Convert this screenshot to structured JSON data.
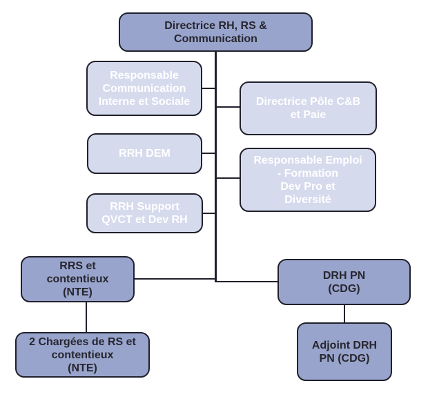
{
  "diagram_type": "org-chart",
  "colors": {
    "dark_fill": "#99a4cc",
    "light_fill": "#d6daed",
    "border_color": "#20202c",
    "line_color": "#20202c",
    "dark_text": "#26262e",
    "light_text": "#ffffff",
    "bg": "#ffffff"
  },
  "nodes": {
    "directrice": {
      "label": "Directrice RH, RS &\nCommunication",
      "level": 1,
      "style": "dark"
    },
    "resp_comm": {
      "label": "Responsable\nCommunication\nInterne et Sociale",
      "level": 2,
      "style": "light"
    },
    "dir_pole": {
      "label": "Directrice Pôle C&B\net Paie",
      "level": 2,
      "style": "light"
    },
    "rrh_dem": {
      "label": "RRH DEM",
      "level": 2,
      "style": "light"
    },
    "resp_emploi": {
      "label": "Responsable Emploi\n- Formation\nDev Pro et\nDiversité",
      "level": 2,
      "style": "light"
    },
    "rrh_support": {
      "label": "RRH Support\nQVCT et Dev RH",
      "level": 2,
      "style": "light"
    },
    "rrs": {
      "label": "RRS et\ncontentieux\n(NTE)",
      "level": 2,
      "style": "dark"
    },
    "drh_pn": {
      "label": "DRH PN\n(CDG)",
      "level": 2,
      "style": "dark"
    },
    "chargees": {
      "label": "2 Chargées de RS et\ncontentieux\n(NTE)",
      "level": 3,
      "style": "dark"
    },
    "adjoint": {
      "label": "Adjoint DRH\nPN (CDG)",
      "level": 3,
      "style": "dark"
    }
  },
  "edges": [
    {
      "from": "directrice",
      "to": "resp_comm"
    },
    {
      "from": "directrice",
      "to": "dir_pole"
    },
    {
      "from": "directrice",
      "to": "rrh_dem"
    },
    {
      "from": "directrice",
      "to": "resp_emploi"
    },
    {
      "from": "directrice",
      "to": "rrh_support"
    },
    {
      "from": "directrice",
      "to": "rrs"
    },
    {
      "from": "directrice",
      "to": "drh_pn"
    },
    {
      "from": "rrs",
      "to": "chargees"
    },
    {
      "from": "drh_pn",
      "to": "adjoint"
    }
  ]
}
